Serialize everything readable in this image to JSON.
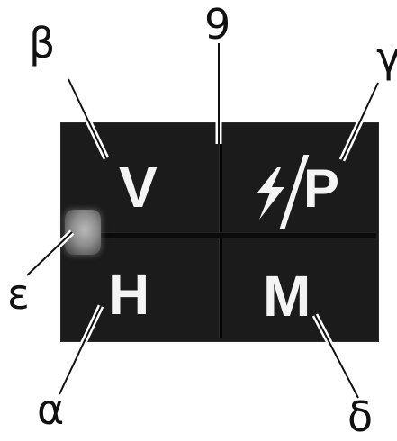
{
  "buttons": {
    "top_left": "V",
    "top_right_letter": "P",
    "bottom_left": "H",
    "bottom_right": "M"
  },
  "callouts": {
    "beta": "β",
    "theta": "9",
    "gamma": "γ",
    "epsilon": "ε",
    "alpha": "α",
    "delta": "δ"
  },
  "icons": {
    "flash": "lightning-bolt-icon",
    "lamp": "indicator-lamp"
  },
  "colors": {
    "panel": "#1b1b1b",
    "label": "#f4f4f4",
    "callout_text": "#111111"
  }
}
